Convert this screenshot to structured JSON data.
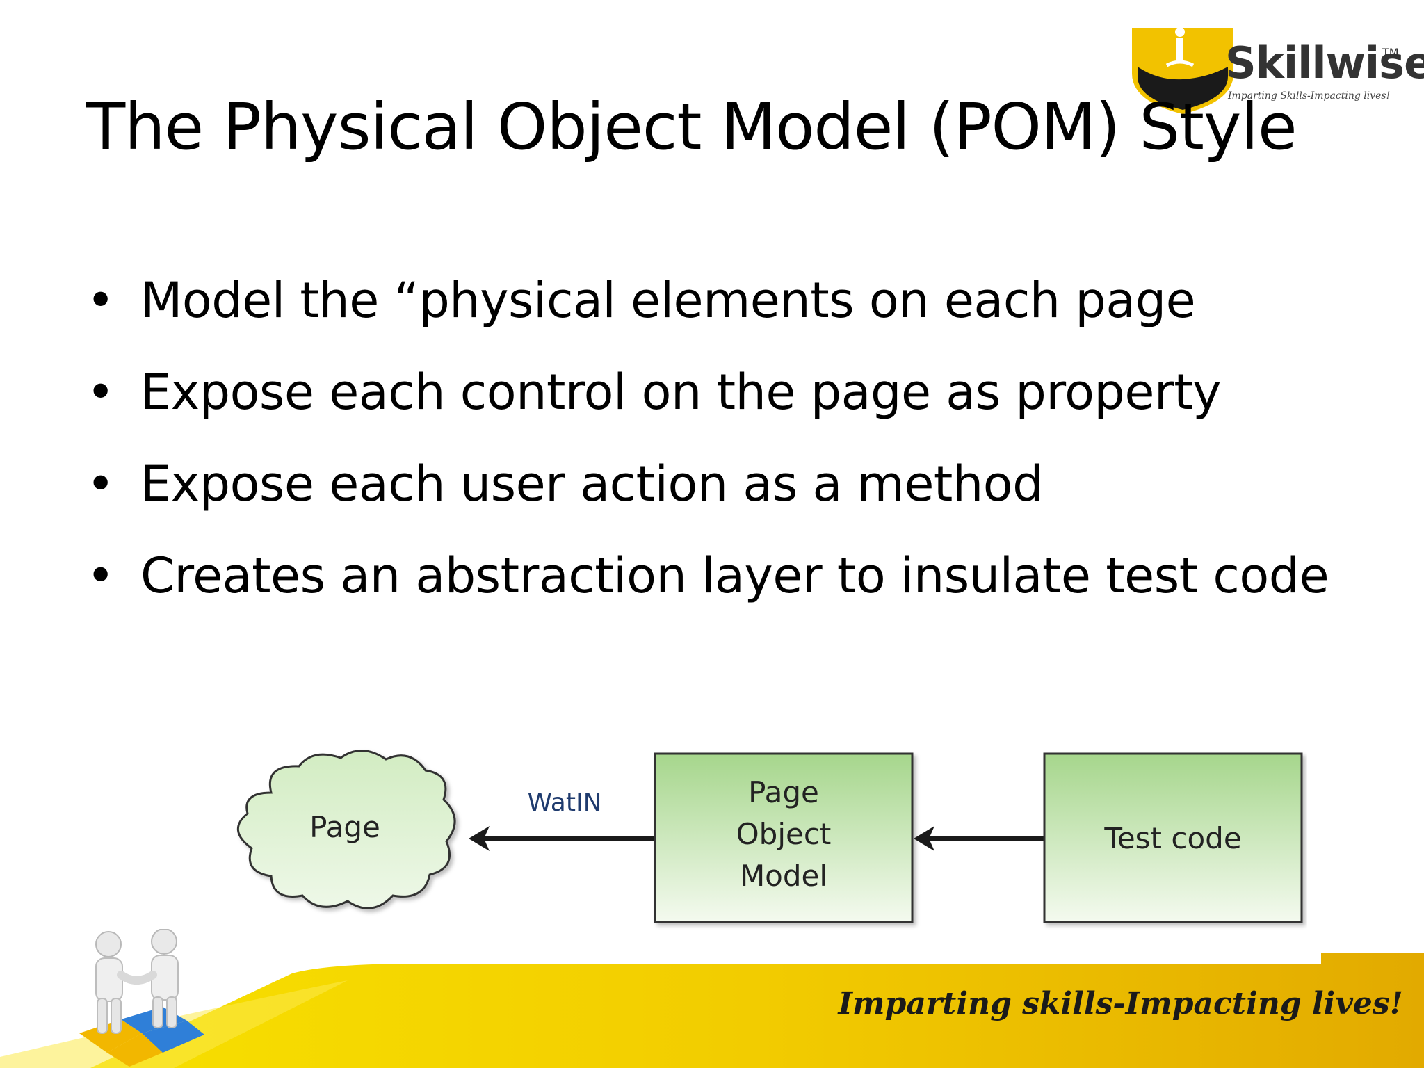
{
  "logo": {
    "brand": "Skillwise",
    "tm": "TM",
    "tagline": "Imparting Skills-Impacting lives!",
    "colors": {
      "shield": "#f2c200",
      "shield_dark": "#1a1a1a"
    }
  },
  "slide": {
    "title": "The Physical Object Model (POM) Style",
    "bullets": [
      "Model the “physical elements on each page",
      "Expose each control on the page as property",
      "Expose each user action as a method",
      "Creates an abstraction layer to insulate test code"
    ]
  },
  "diagram": {
    "nodes": [
      {
        "id": "page",
        "label": "Page",
        "shape": "cloud"
      },
      {
        "id": "pom",
        "label_lines": [
          "Page",
          "Object",
          "Model"
        ],
        "shape": "box"
      },
      {
        "id": "test",
        "label": "Test code",
        "shape": "box"
      }
    ],
    "edges": [
      {
        "from": "pom",
        "to": "page",
        "label": "WatIN"
      },
      {
        "from": "test",
        "to": "pom",
        "label": ""
      }
    ],
    "colors": {
      "fill_top": "#a6d68c",
      "fill_bottom": "#f4faef",
      "stroke": "#333333",
      "edge_label": "#1f3b6e"
    }
  },
  "footer": {
    "tagline": "Imparting skills-Impacting lives!",
    "colors": {
      "band_left": "#f7d900",
      "band_right": "#e0a800"
    }
  }
}
